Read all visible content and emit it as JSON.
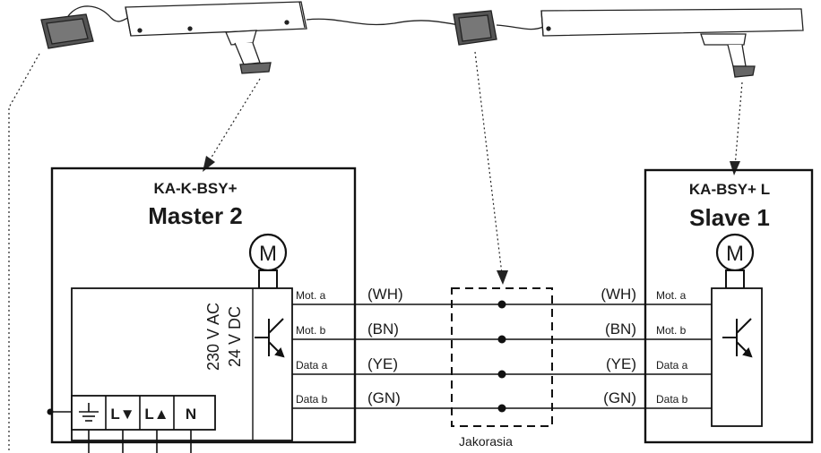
{
  "master": {
    "model": "KA-K-BSY+",
    "title": "Master 2",
    "voltage_ac": "230 V AC",
    "voltage_dc": "24 V DC",
    "motor": "M",
    "terminals": [
      "L▼",
      "L▲",
      "N"
    ]
  },
  "slave": {
    "model": "KA-BSY+ L",
    "title": "Slave 1",
    "motor": "M"
  },
  "junction": {
    "label": "Jakorasia"
  },
  "wires": [
    {
      "signal": "Mot. a",
      "color": "(WH)"
    },
    {
      "signal": "Mot. b",
      "color": "(BN)"
    },
    {
      "signal": "Data a",
      "color": "(YE)"
    },
    {
      "signal": "Data b",
      "color": "(GN)"
    }
  ]
}
